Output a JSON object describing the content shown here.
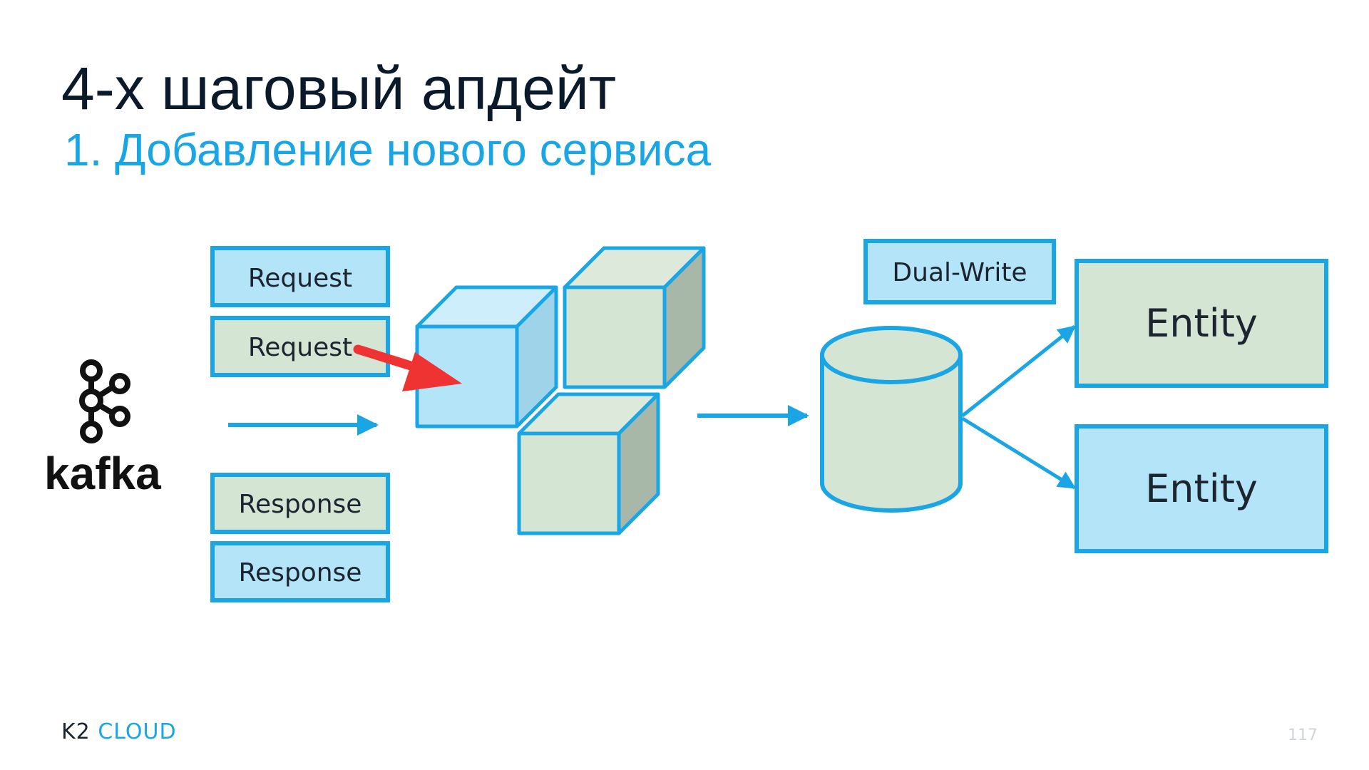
{
  "slide": {
    "title": "4-х шаговый апдейт",
    "subtitle": "1. Добавление нового сервиса",
    "page_number": "117"
  },
  "brand": {
    "part1": "K2",
    "part2": "CLOUD"
  },
  "diagram": {
    "kafka_logo_text": "kafka",
    "request_1": "Request",
    "request_2": "Request",
    "response_1": "Response",
    "response_2": "Response",
    "dual_write": "Dual-Write",
    "entity_1": "Entity",
    "entity_2": "Entity"
  },
  "colors": {
    "accent_blue": "#1aa6e4",
    "light_blue_fill": "#b4e4f7",
    "light_green_fill": "#d5e5d4",
    "highlight_arrow": "#ef3333",
    "dark_text": "#1c2430"
  }
}
